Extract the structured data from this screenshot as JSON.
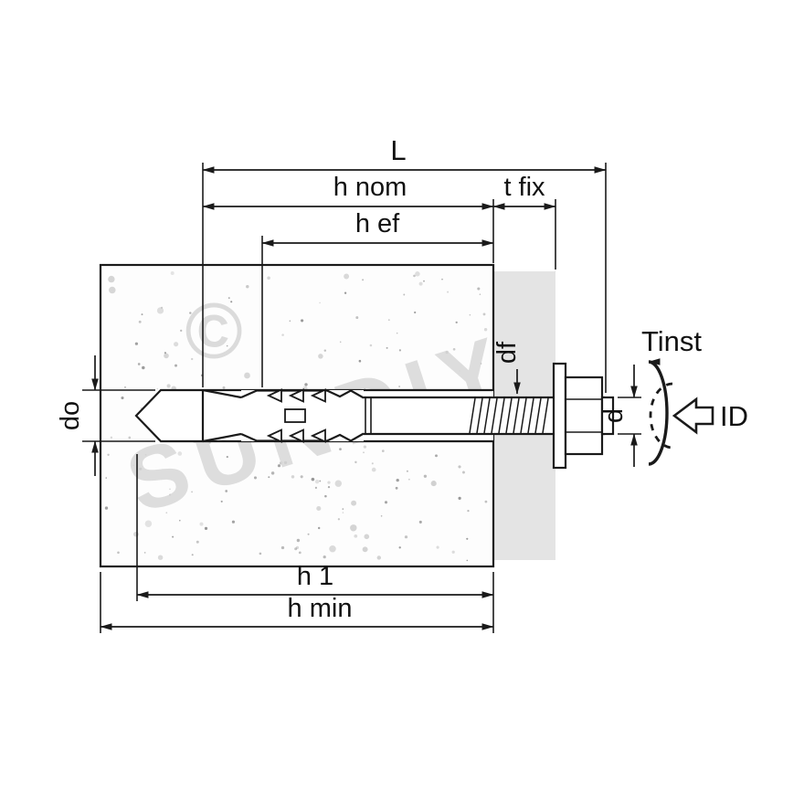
{
  "diagram": {
    "watermark": {
      "symbol": "©",
      "text": "SUNDIY"
    },
    "dimensions": {
      "total_length": "L",
      "nominal_embedment": "h nom",
      "effective_embedment": "h ef",
      "fixture_thickness": "t fix",
      "fixture_hole_diameter": "df",
      "drill_hole_diameter": "do",
      "bolt_diameter": "d",
      "hole_depth": "h 1",
      "min_member_thickness": "h min"
    },
    "annotations": {
      "installation_torque": "Tinst",
      "impact_label": "ID"
    },
    "colors": {
      "line": "#1a1a1a",
      "concrete_fill": "#fdfdfd",
      "fixture_fill": "#e4e4e4",
      "watermark": "#d8d8d8",
      "speckle_dark": "#7a7a7a",
      "speckle_light": "#cccccc"
    }
  }
}
